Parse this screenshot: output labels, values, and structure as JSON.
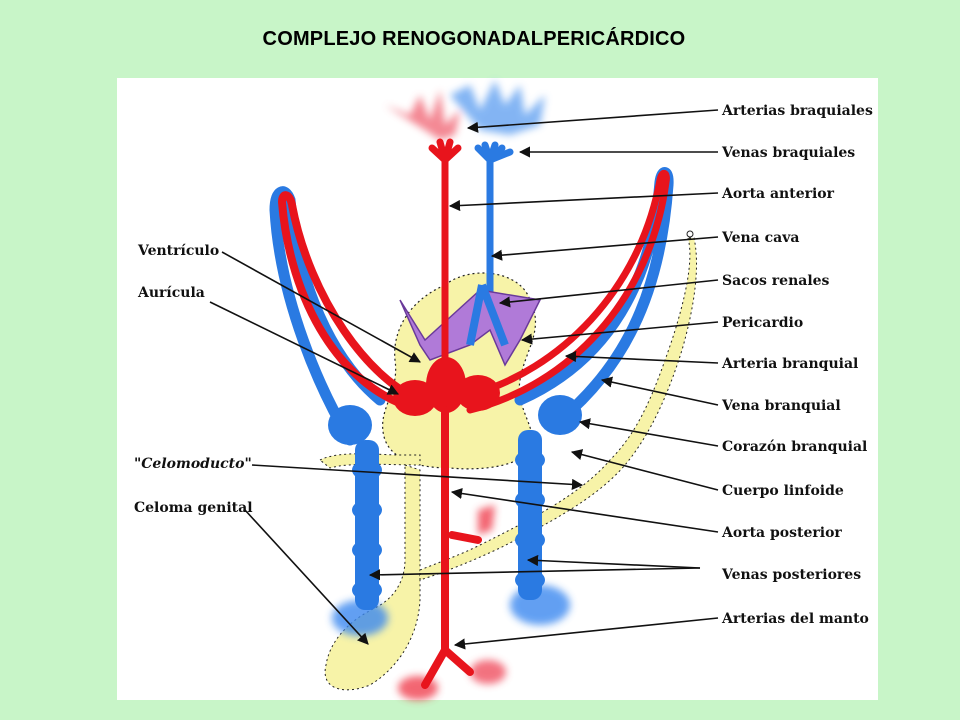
{
  "title": "COMPLEJO RENOGONADALPERICÁRDICO",
  "labels": {
    "arterias_braquiales": "Arterias braquiales",
    "venas_braquiales": "Venas braquiales",
    "aorta_anterior": "Aorta anterior",
    "vena_cava": "Vena cava",
    "sacos_renales": "Sacos renales",
    "pericardio": "Pericardio",
    "arteria_branquial": "Arteria branquial",
    "vena_branquial": "Vena branquial",
    "corazon_branquial": "Corazón branquial",
    "cuerpo_linfoide": "Cuerpo linfoide",
    "aorta_posterior": "Aorta posterior",
    "venas_posteriores": "Venas posteriores",
    "arterias_del_manto": "Arterias del manto",
    "ventriculo": "Ventrículo",
    "auricula": "Aurícula",
    "celomoducto": "\"Celomoducto\"",
    "celoma_genital": "Celoma genital"
  },
  "colors": {
    "artery": "#e8141c",
    "vein": "#2a7ae2",
    "coelom": "#f7f3a8",
    "renal_sac": "#b07ad8",
    "background": "#c8f5c8"
  }
}
